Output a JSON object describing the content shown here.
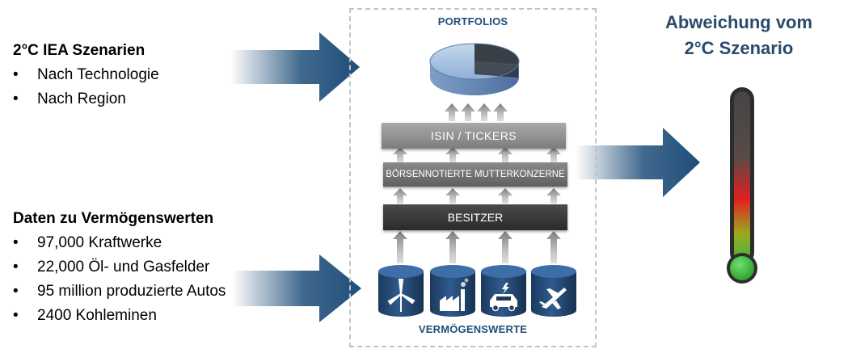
{
  "left_top": {
    "heading": "2°C IEA Szenarien",
    "items": [
      "Nach Technologie",
      "Nach Region"
    ]
  },
  "left_bottom": {
    "heading": "Daten zu Vermögenswerten",
    "items": [
      "97,000 Kraftwerke",
      "22,000 Öl- und Gasfelder",
      "95 million produzierte Autos",
      "2400 Kohleminen"
    ]
  },
  "center": {
    "top_label": "PORTFOLIOS",
    "layers": [
      "ISIN / TICKERS",
      "BÖRSENNOTIERTE MUTTERKONZERNE",
      "BESITZER"
    ],
    "bottom_label": "VERMÖGENSWERTE",
    "asset_icons": [
      "wind-turbine-icon",
      "factory-icon",
      "car-icon",
      "airplane-icon"
    ]
  },
  "right": {
    "title_line1": "Abweichung vom",
    "title_line2": "2°C Szenario"
  },
  "colors": {
    "arrow_blue": "#1f4e79",
    "title_blue": "#2b4a6b",
    "label_blue": "#1f4e79",
    "thermo_green": "#3cb43c",
    "thermo_red": "#e02020"
  }
}
